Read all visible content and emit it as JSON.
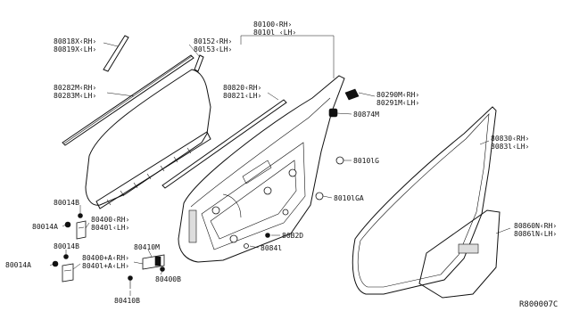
{
  "labels": {
    "l80100": "80100‹RH›",
    "l80101": "8010l ‹LH›",
    "l80152": "80152‹RH›",
    "l80153": "80l53‹LH›",
    "l80818": "80818X‹RH›",
    "l80819": "80819X‹LH›",
    "l80282": "80282M‹RH›",
    "l80283": "80283M‹LH›",
    "l80820": "80820‹RH›",
    "l80821": "80821‹LH›",
    "l80290": "80290M‹RH›",
    "l80291": "80291M‹LH›",
    "l80874": "80874M",
    "l80101g": "8010lG",
    "l80101ga": "8010lGA",
    "l80830": "80830‹RH›",
    "l80831": "8083l‹LH›",
    "l80860": "80860N‹RH›",
    "l80861": "8086lN‹LH›",
    "l80014b_top": "80014B",
    "l80014a_top": "80014A",
    "l80400": "80400‹RH›",
    "l80401": "8040l‹LH›",
    "l80014b_bot": "80014B",
    "l80014a_bot": "80014A",
    "l80400a": "80400+A‹RH›",
    "l80401a": "8040l+A‹LH›",
    "l80410m": "80410M",
    "l80400b": "80400B",
    "l80410b": "80410B",
    "l80b2d": "80B2D",
    "l80841": "8084l",
    "diagram_code": "R800007C"
  }
}
